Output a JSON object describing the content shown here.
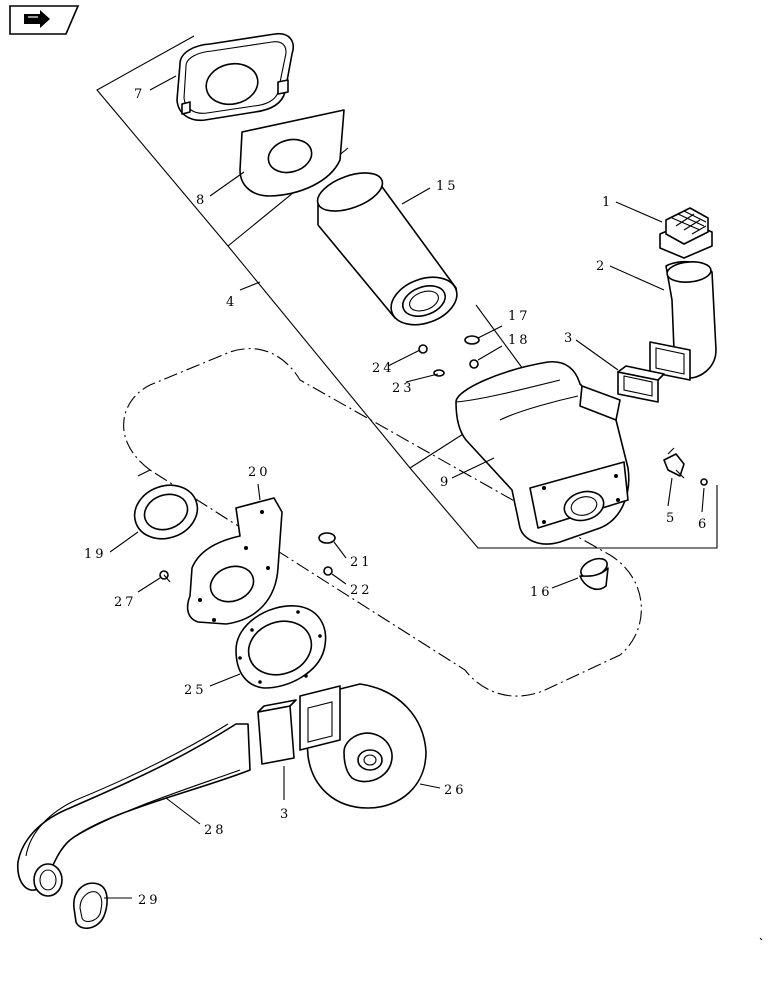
{
  "diagram": {
    "callouts": [
      {
        "id": "c1",
        "text": "1"
      },
      {
        "id": "c2",
        "text": "2"
      },
      {
        "id": "c3a",
        "text": "3"
      },
      {
        "id": "c3b",
        "text": "3"
      },
      {
        "id": "c4",
        "text": "4"
      },
      {
        "id": "c5",
        "text": "5"
      },
      {
        "id": "c6",
        "text": "6"
      },
      {
        "id": "c7",
        "text": "7"
      },
      {
        "id": "c8",
        "text": "8"
      },
      {
        "id": "c9",
        "text": "9"
      },
      {
        "id": "c15",
        "text": "15"
      },
      {
        "id": "c16",
        "text": "16"
      },
      {
        "id": "c17",
        "text": "17"
      },
      {
        "id": "c18",
        "text": "18"
      },
      {
        "id": "c19",
        "text": "19"
      },
      {
        "id": "c20",
        "text": "20"
      },
      {
        "id": "c21",
        "text": "21"
      },
      {
        "id": "c22",
        "text": "22"
      },
      {
        "id": "c23",
        "text": "23"
      },
      {
        "id": "c24",
        "text": "24"
      },
      {
        "id": "c25",
        "text": "25"
      },
      {
        "id": "c26",
        "text": "26"
      },
      {
        "id": "c27",
        "text": "27"
      },
      {
        "id": "c28",
        "text": "28"
      },
      {
        "id": "c29",
        "text": "29"
      }
    ]
  },
  "icons": {
    "nav_icon": "book-arrow-icon"
  }
}
